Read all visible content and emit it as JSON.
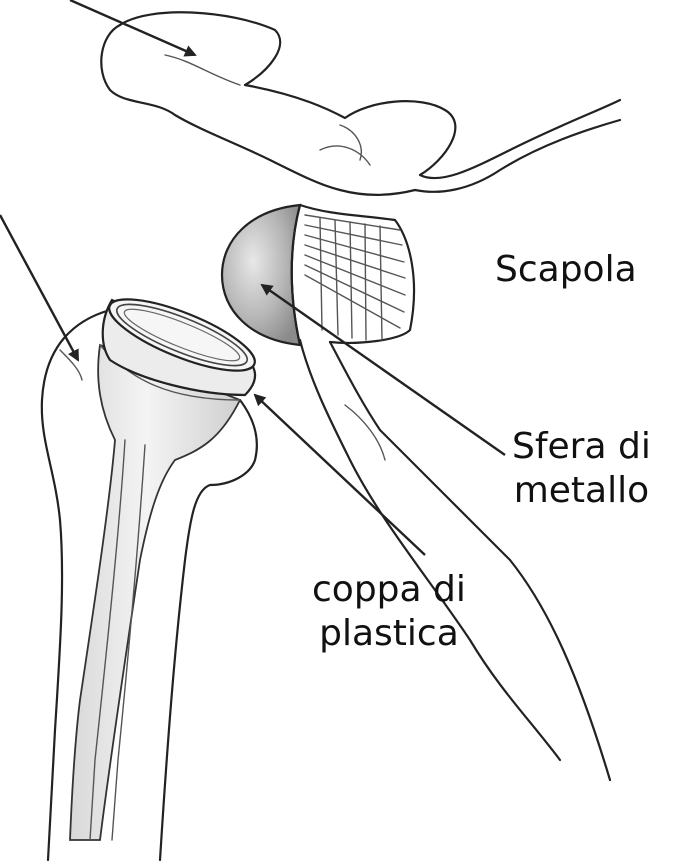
{
  "labels": {
    "scapula": "Scapola",
    "metal_ball": "Sfera di\nmetallo",
    "plastic_cup": "coppa di\nplastica"
  },
  "colors": {
    "line": "#222222",
    "implant_fill": "#e6e6e6",
    "ball_fill": "#b8b8b8"
  }
}
